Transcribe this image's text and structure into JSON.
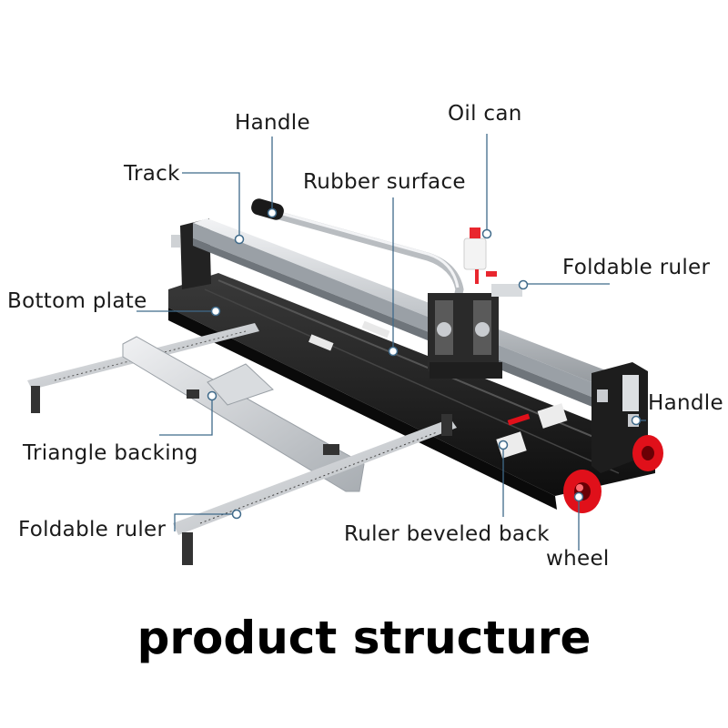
{
  "title": "product structure",
  "labels": {
    "handle_top": "Handle",
    "oil_can": "Oil can",
    "track": "Track",
    "rubber_surface": "Rubber surface",
    "foldable_ruler_right": "Foldable ruler",
    "bottom_plate": "Bottom plate",
    "handle_right": "Handle",
    "triangle_backing": "Triangle backing",
    "foldable_ruler_left": "Foldable ruler",
    "ruler_beveled_back": "Ruler beveled back",
    "wheel": "wheel"
  },
  "colors": {
    "base": "#1c1c1c",
    "rail": "#c8ccd0",
    "wheel": "#e0101a",
    "oil_cap": "#e8262e",
    "leader_line": "#3f6a8a"
  }
}
